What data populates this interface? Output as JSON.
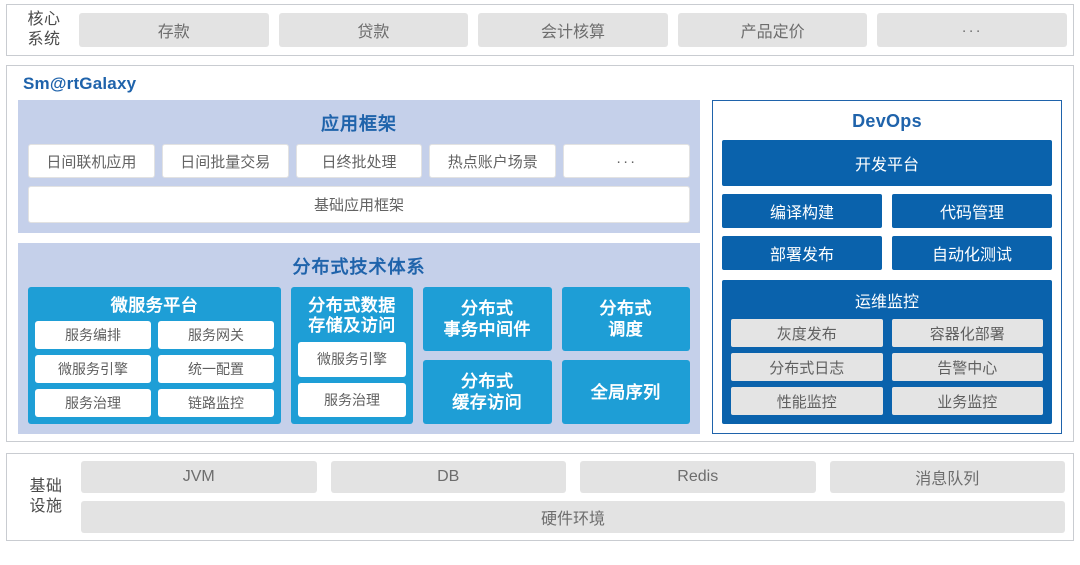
{
  "core": {
    "side_label_line1": "核心",
    "side_label_line2": "系统",
    "tiles": [
      "存款",
      "贷款",
      "会计核算",
      "产品定价",
      "···"
    ]
  },
  "platform": {
    "brand": "Sm@rtGalaxy",
    "app_framework": {
      "title": "应用框架",
      "tiles": [
        "日间联机应用",
        "日间批量交易",
        "日终批处理",
        "热点账户场景",
        "···"
      ],
      "base_tile": "基础应用框架"
    },
    "distributed": {
      "title": "分布式技术体系",
      "microservice": {
        "title": "微服务平台",
        "tiles": [
          [
            "服务编排",
            "服务网关"
          ],
          [
            "微服务引擎",
            "统一配置"
          ],
          [
            "服务治理",
            "链路监控"
          ]
        ]
      },
      "data_storage": {
        "title_line1": "分布式数据",
        "title_line2": "存储及访问",
        "tiles": [
          "微服务引擎",
          "服务治理"
        ]
      },
      "boxes": [
        {
          "line1": "分布式",
          "line2": "事务中间件"
        },
        {
          "line1": "分布式",
          "line2": "调度"
        },
        {
          "line1": "分布式",
          "line2": "缓存访问"
        },
        {
          "line1": "全局序列",
          "line2": ""
        }
      ]
    },
    "devops": {
      "title": "DevOps",
      "platform_tile": "开发平台",
      "row1": [
        "编译构建",
        "代码管理"
      ],
      "row2": [
        "部署发布",
        "自动化测试"
      ],
      "ops_monitor": {
        "title": "运维监控",
        "tiles": [
          [
            "灰度发布",
            "容器化部署"
          ],
          [
            "分布式日志",
            "告警中心"
          ],
          [
            "性能监控",
            "业务监控"
          ]
        ]
      }
    }
  },
  "infrastructure": {
    "side_label_line1": "基础",
    "side_label_line2": "设施",
    "tiles": [
      "JVM",
      "DB",
      "Redis",
      "消息队列"
    ],
    "hardware": "硬件环境"
  },
  "colors": {
    "accent_blue": "#1e9ed6",
    "dark_blue": "#0a62ac",
    "brand_blue": "#1f63ab",
    "lavender": "#c5d0ea",
    "gray_tile": "#e3e3e3"
  }
}
